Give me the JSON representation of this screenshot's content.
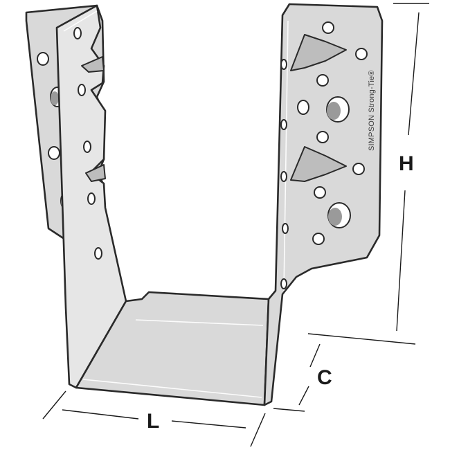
{
  "diagram": {
    "dimension_labels": {
      "height": "H",
      "width": "C",
      "length": "L"
    },
    "brand_text": "SIMPSON Strong-Tie®"
  }
}
